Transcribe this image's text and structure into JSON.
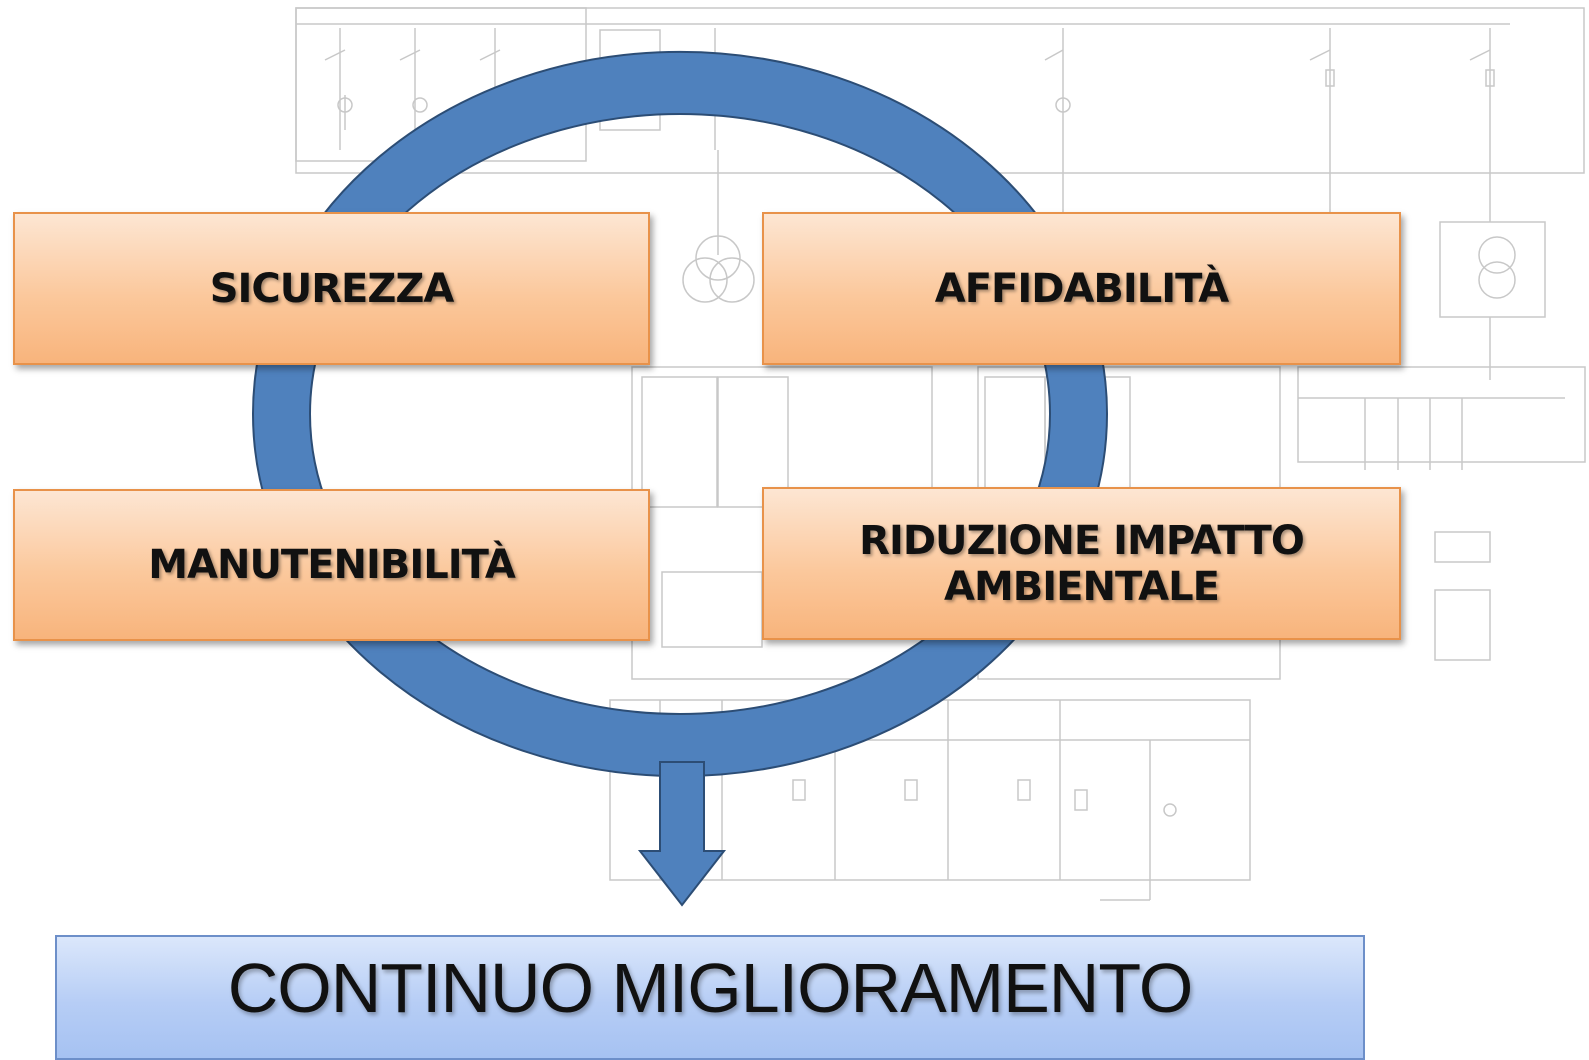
{
  "diagram": {
    "pillars": {
      "sicurezza": "SICUREZZA",
      "affidabilita": "AFFIDABILITÀ",
      "manutenibilita": "MANUTENIBILITÀ",
      "riduzione_line1": "RIDUZIONE IMPATTO",
      "riduzione_line2": "AMBIENTALE"
    },
    "result": "CONTINUO MIGLIORAMENTO"
  },
  "colors": {
    "cycle_arrow": "#4f81bd",
    "cycle_outline": "#2c4d75",
    "pillar_fill": "#fbc89c",
    "pillar_border": "#e8924a",
    "result_fill": "#b6cdf5",
    "schematic_lines": "#c8c8c8"
  }
}
